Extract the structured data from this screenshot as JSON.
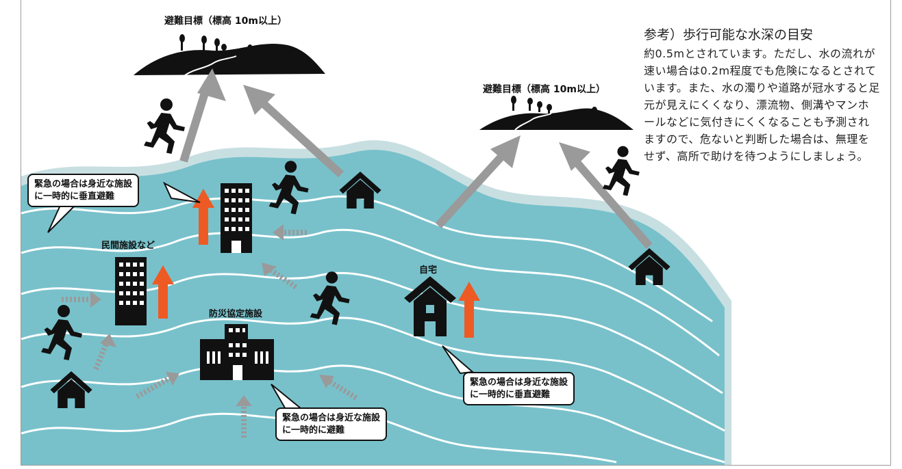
{
  "goal_label_1": "避難目標（標高 10m以上）",
  "goal_label_2": "避難目標（標高 10m以上）",
  "private_facility_label": "民間施設など",
  "disaster_facility_label": "防災協定施設",
  "home_label": "自宅",
  "bubbles": {
    "left": [
      "緊急の場合は身近な施設",
      "に一時的に垂直避難"
    ],
    "center": [
      "緊急の場合は身近な施設",
      "に一時的に避難"
    ],
    "right": [
      "緊急の場合は身近な施設",
      "に一時的に垂直避難"
    ]
  },
  "note": {
    "heading": "参考）歩行可能な水深の目安",
    "body": "約0.5mとされています。ただし、水の流れが速い場合は0.2m程度でも危険になるとされています。また、水の濁りや道路が冠水すると足元が見えにくくなり、漂流物、側溝やマンホールなどに気付きにくくなることも予測されますので、危ないと判断した場合は、無理をせず、高所で助けを待つようにしましょう。"
  },
  "colors": {
    "water": "#78c1cb",
    "water_edge": "#c8dfe2",
    "wave_line": "#ffffff",
    "arrow_gray": "#9a9a9a",
    "arrow_orange": "#ee5a24",
    "icon": "#111111"
  },
  "icons": [
    "hill-icon",
    "runner-icon",
    "house-icon",
    "building-icon",
    "arrow-icon"
  ]
}
